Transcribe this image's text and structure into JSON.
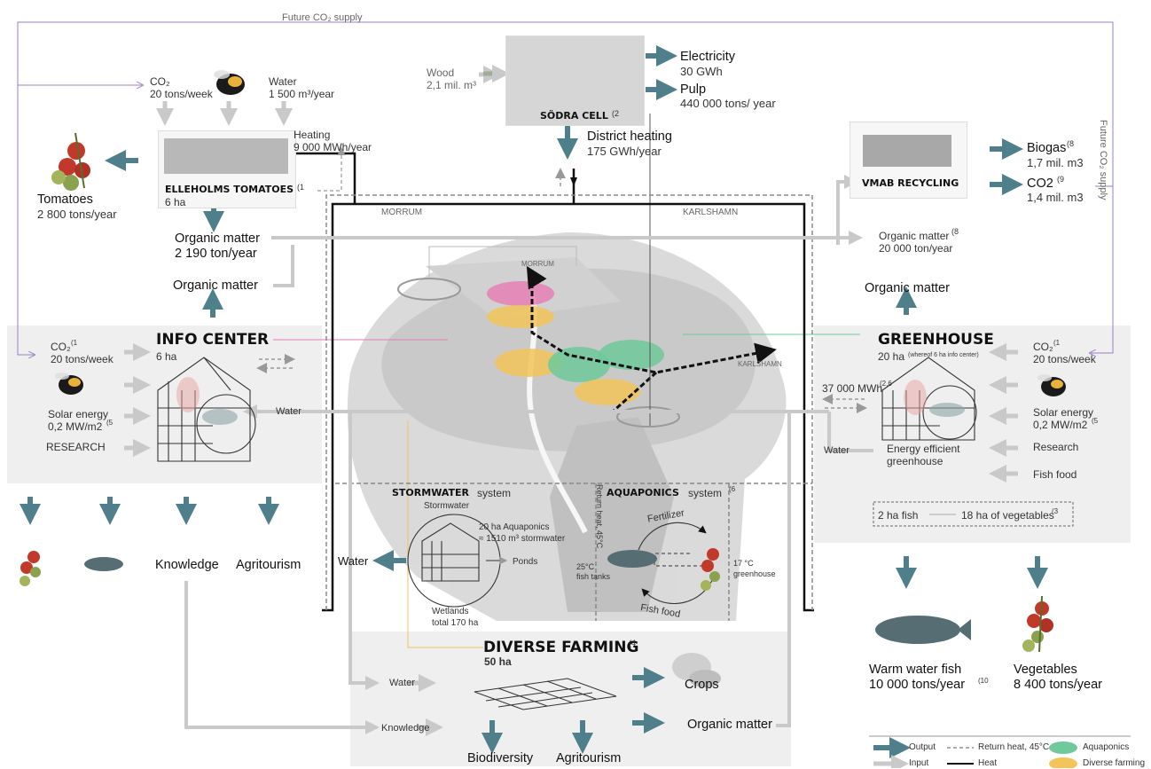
{
  "top": {
    "future_co2_top": "Future CO₂ supply",
    "future_co2_right": "Future CO₂ supply"
  },
  "sodra": {
    "wood_label": "Wood",
    "wood_value": "2,1 mil. m³",
    "name": "SÖDRA CELL",
    "ref": "(2",
    "electricity_label": "Electricity",
    "electricity_value": "30 GWh",
    "pulp_label": "Pulp",
    "pulp_value": "440 000 tons/ year",
    "district_heating_label": "District heating",
    "district_heating_value": "175 GWh/year"
  },
  "elleholms": {
    "co2_label": "CO₂",
    "co2_value": "20 tons/week",
    "water_label": "Water",
    "water_value": "1 500 m³/year",
    "heating_label": "Heating",
    "heating_value": "9 000 MWh/year",
    "name": "ELLEHOLMS TOMATOES",
    "ref": "(1",
    "area": "6 ha",
    "tomatoes_label": "Tomatoes",
    "tomatoes_value": "2 800 tons/year",
    "organic_label": "Organic matter",
    "organic_value": "2 190 ton/year",
    "organic2_label": "Organic matter"
  },
  "vmab": {
    "name": "VMAB RECYCLING",
    "biogas_label": "Biogas",
    "biogas_ref": "(8",
    "biogas_value": "1,7 mil. m3",
    "co2_label": "CO2",
    "co2_ref": "(9",
    "co2_value": "1,4 mil. m3",
    "organic_in_label": "Organic matter",
    "organic_in_ref": "(8",
    "organic_in_value": "20 000 ton/year",
    "organic_label": "Organic matter"
  },
  "map": {
    "morrum_top": "MORRUM",
    "karlshamn_top": "KARLSHAMN",
    "morrum_map": "MORRUM",
    "karlshamn_map": "KARLSHAMN"
  },
  "info_center": {
    "title": "INFO CENTER",
    "area": "6 ha",
    "co2_label": "CO₂",
    "co2_ref": "(1",
    "co2_value": "20 tons/week",
    "solar_label": "Solar energy",
    "solar_value": "0,2 MW/m2",
    "solar_ref": "(5",
    "research": "RESEARCH",
    "water": "Water",
    "knowledge": "Knowledge",
    "agritourism": "Agritourism"
  },
  "greenhouse": {
    "title": "GREENHOUSE",
    "area": "20 ha",
    "area_note": "(whereof 6 ha info center)",
    "co2_label": "CO₂",
    "co2_ref": "(1",
    "co2_value": "20 tons/week",
    "solar_label": "Solar energy",
    "solar_value": "0,2 MW/m2",
    "solar_ref": "(5",
    "research": "Research",
    "fish_food": "Fish food",
    "heat_value": "37 000 MWh",
    "heat_ref": "(2,6",
    "water": "Water",
    "efficient_1": "Energy efficient",
    "efficient_2": "greenhouse",
    "fish_area": "2 ha fish",
    "veg_area": "18 ha of vegetables",
    "veg_ref": "(3",
    "fish_label": "Warm water fish",
    "fish_value": "10 000 tons/year",
    "fish_ref": "(10",
    "veg_label": "Vegetables",
    "veg_value": "8 400 tons/year"
  },
  "stormwater": {
    "title_bold": "STORMWATER",
    "title_rest": "system",
    "stormwater": "Stormwater",
    "aquaponics_1": "20 ha Aquaponics",
    "aquaponics_2": "≈ 1510 m³ stormwater",
    "ponds": "Ponds",
    "wetlands_1": "Wetlands",
    "wetlands_2": "total 170 ha",
    "water_out": "Water"
  },
  "aquaponics": {
    "title_bold": "AQUAPONICS",
    "title_rest": "system",
    "ref": "(6",
    "return_heat": "Return heat, 45°C",
    "fertilizer": "Fertilizer",
    "fish_food": "Fish food",
    "tanks_1": "25°C",
    "tanks_2": "fish tanks",
    "greenhouse_1": "17 °C",
    "greenhouse_2": "greenhouse"
  },
  "diverse": {
    "title": "DIVERSE FARMING",
    "ref": "(4",
    "area": "50 ha",
    "water": "Water",
    "knowledge": "Knowledge",
    "crops": "Crops",
    "organic": "Organic matter",
    "biodiversity": "Biodiversity",
    "agritourism": "Agritourism"
  },
  "legend": {
    "output": "Output",
    "input": "Input",
    "return_heat": "Return heat, 45°C",
    "heat": "Heat",
    "aquaponics": "Aquaponics",
    "diverse": "Diverse farming"
  },
  "colors": {
    "teal_arrow": "#4f7f8a",
    "input_arrow": "#c9c9c9",
    "purple_line": "#9b7fc4",
    "aquaponics_green": "#6fc99a",
    "diverse_yellow": "#f2c45a",
    "pink_zone": "#e779b3"
  }
}
